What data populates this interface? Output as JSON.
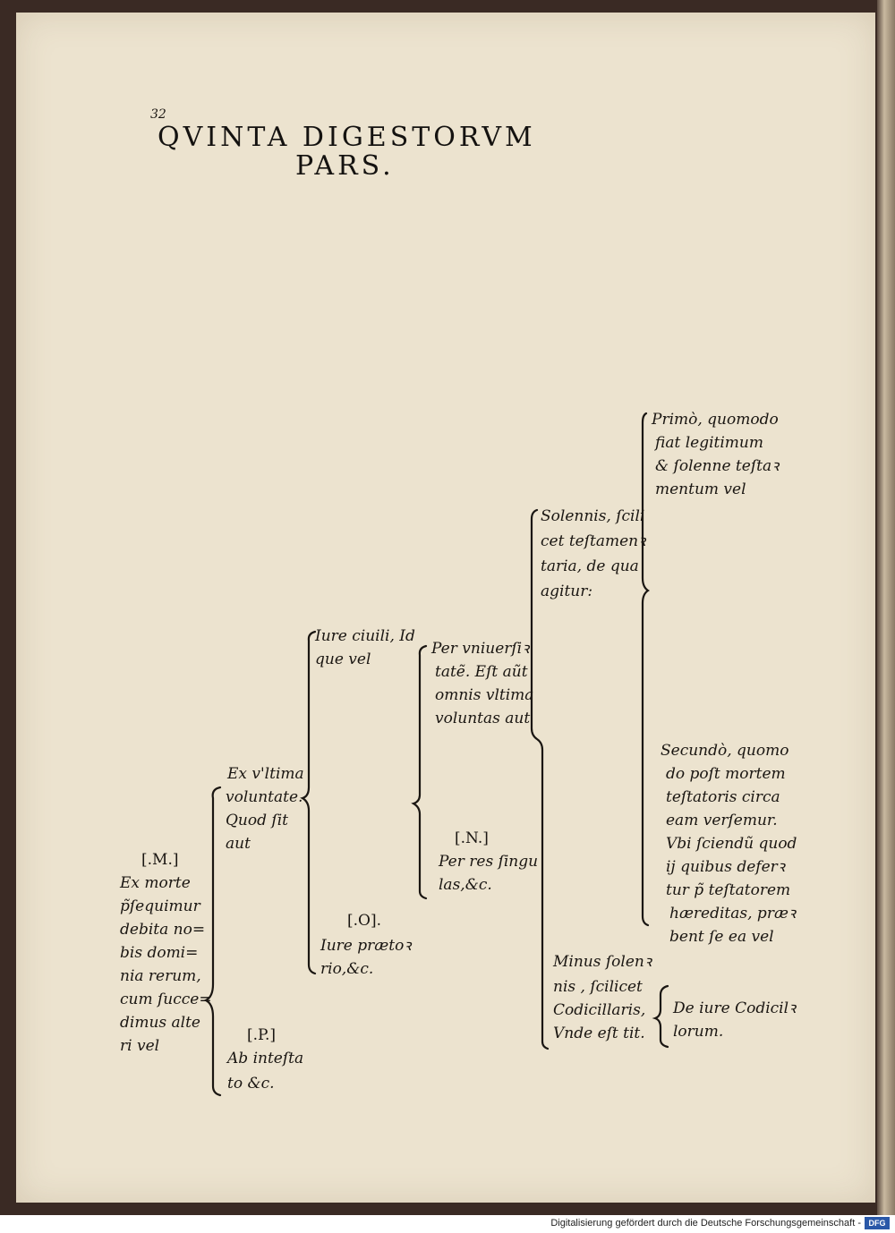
{
  "header": {
    "page_number": "32",
    "title_line1": "QVINTA DIGESTORVM",
    "title_line2": "PARS."
  },
  "m_block": {
    "label": "[.M.]",
    "lines": [
      "Ex morte",
      "p̃ſequimur",
      "debita no=",
      "bis domi=",
      "nia rerum,",
      "cum ſucce=",
      "dimus alte",
      "ri vel"
    ]
  },
  "voluntate": {
    "lines": [
      "Ex v'ltima",
      "voluntate.",
      "Quod ſit",
      "aut"
    ]
  },
  "p_block": {
    "label": "[.P.]",
    "lines": [
      "Ab inteſta",
      "to &c."
    ]
  },
  "iure_ciuili": {
    "lines": [
      "Iure ciuili, Id",
      "que vel"
    ]
  },
  "o_block": {
    "label": "[.O].",
    "lines": [
      "Iure prætoꝛ",
      "rio,&c."
    ]
  },
  "vniuersitate": {
    "lines": [
      "Per vniuerſiꝛ",
      "tatẽ. Eſt aũt",
      "omnis vltima",
      "voluntas aut"
    ]
  },
  "n_block": {
    "label": "[.N.]",
    "lines": [
      "Per res ſingu",
      "las,&c."
    ]
  },
  "solennis": {
    "lines": [
      "Solennis, ſcili",
      "cet teſtamenꝛ",
      "taria, de qua",
      "agitur:"
    ]
  },
  "minus_solennis": {
    "lines": [
      "Minus ſolenꝛ",
      "nis , ſcilicet",
      "Codicillaris,",
      "Vnde eſt tit."
    ]
  },
  "primo": {
    "lines": [
      "Primò, quomodo",
      "fiat legitimum",
      "& ſolenne teſtaꝛ",
      "mentum vel"
    ]
  },
  "secundo": {
    "lines": [
      "Secundò, quomo",
      "do poſt mortem",
      "teſtatoris circa",
      "eam verſemur.",
      "Vbi ſciendũ quod",
      "ij quibus deferꝛ",
      "tur p̃ teſtatorem",
      "hæreditas, præꝛ",
      "bent ſe ea vel"
    ]
  },
  "codicillorum": {
    "lines": [
      "De iure Codicilꝛ",
      "lorum."
    ]
  },
  "footer": {
    "text": "Digitalisierung gefördert durch die Deutsche Forschungsgemeinschaft -",
    "logo": "DFG"
  },
  "colors": {
    "paper": "#ece3cf",
    "ink": "#1a1612",
    "frame": "#3a2a24"
  }
}
